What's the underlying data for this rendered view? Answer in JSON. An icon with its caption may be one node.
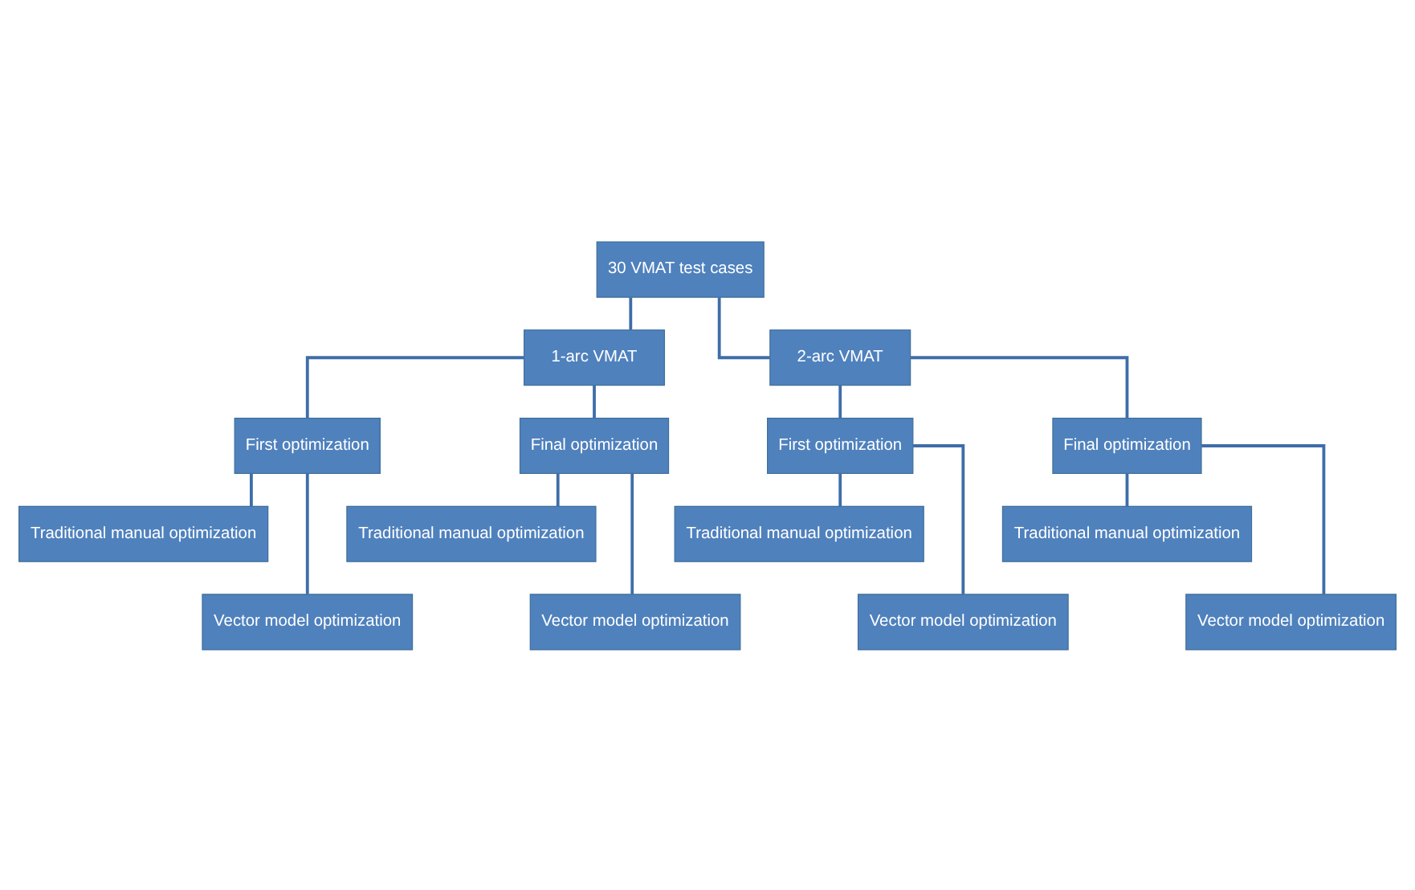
{
  "diagram": {
    "nodes": [
      {
        "text": [
          "30 VMAT test cases"
        ]
      },
      {
        "text": [
          "1-arc VMAT"
        ]
      },
      {
        "text": [
          "2-arc VMAT"
        ]
      },
      {
        "text": [
          "First optimization"
        ]
      },
      {
        "text": [
          "Final optimization"
        ]
      },
      {
        "text": [
          "First optimization"
        ]
      },
      {
        "text": [
          "Final optimization"
        ]
      },
      {
        "text": [
          "Traditional manual optimization"
        ]
      },
      {
        "text": [
          "Traditional manual optimization"
        ]
      },
      {
        "text": [
          "Traditional manual optimization"
        ]
      },
      {
        "text": [
          "Traditional manual optimization"
        ]
      },
      {
        "text": [
          "Vector model optimization"
        ]
      },
      {
        "text": [
          "Vector model optimization"
        ]
      },
      {
        "text": [
          "Vector model optimization"
        ]
      },
      {
        "text": [
          "Vector model optimization"
        ]
      }
    ],
    "edges": [
      {
        "from": 0,
        "to": 1,
        "arrow": "none"
      },
      {
        "from": 0,
        "to": 2,
        "arrow": "none"
      },
      {
        "from": 1,
        "to": 3,
        "arrow": "none"
      },
      {
        "from": 1,
        "to": 4,
        "arrow": "none"
      },
      {
        "from": 2,
        "to": 5,
        "arrow": "none"
      },
      {
        "from": 2,
        "to": 6,
        "arrow": "none"
      },
      {
        "from": 3,
        "to": 7,
        "arrow": "none"
      },
      {
        "from": 3,
        "to": 11,
        "arrow": "none"
      },
      {
        "from": 4,
        "to": 8,
        "arrow": "none"
      },
      {
        "from": 4,
        "to": 12,
        "arrow": "none"
      },
      {
        "from": 5,
        "to": 9,
        "arrow": "none"
      },
      {
        "from": 5,
        "to": 13,
        "arrow": "none"
      },
      {
        "from": 6,
        "to": 10,
        "arrow": "none"
      },
      {
        "from": 6,
        "to": 14,
        "arrow": "none"
      }
    ]
  }
}
